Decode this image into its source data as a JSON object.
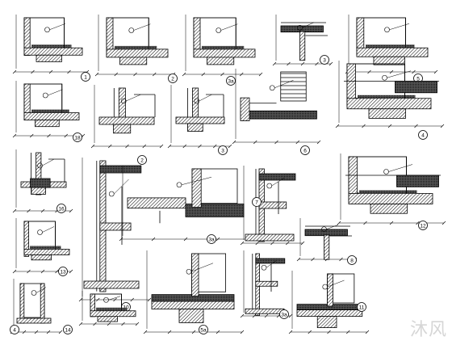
{
  "drawing": {
    "ink_color": "#000000",
    "hatch_color": "#000000",
    "background": "#ffffff",
    "details": [
      {
        "id": "d1",
        "label": "1"
      },
      {
        "id": "d2",
        "label": "2"
      },
      {
        "id": "d3",
        "label": "3a"
      },
      {
        "id": "d4",
        "label": "3"
      },
      {
        "id": "d5",
        "label": "5"
      },
      {
        "id": "d6",
        "label": "18"
      },
      {
        "id": "d7",
        "label": "2"
      },
      {
        "id": "d8",
        "label": "3"
      },
      {
        "id": "d9",
        "label": "6"
      },
      {
        "id": "d10",
        "label": "4"
      },
      {
        "id": "d11",
        "label": "16"
      },
      {
        "id": "d12",
        "label": "10"
      },
      {
        "id": "d13",
        "label": "3a"
      },
      {
        "id": "d14",
        "label": "7"
      },
      {
        "id": "d15",
        "label": "12"
      },
      {
        "id": "d16",
        "label": "13"
      },
      {
        "id": "d17",
        "label": "14"
      },
      {
        "id": "d18",
        "label": "5a"
      },
      {
        "id": "d19",
        "label": "3a"
      },
      {
        "id": "d20",
        "label": "8"
      },
      {
        "id": "d21",
        "label": "11"
      },
      {
        "id": "d22",
        "label": "4"
      }
    ]
  },
  "watermark": {
    "text": "沐风"
  }
}
